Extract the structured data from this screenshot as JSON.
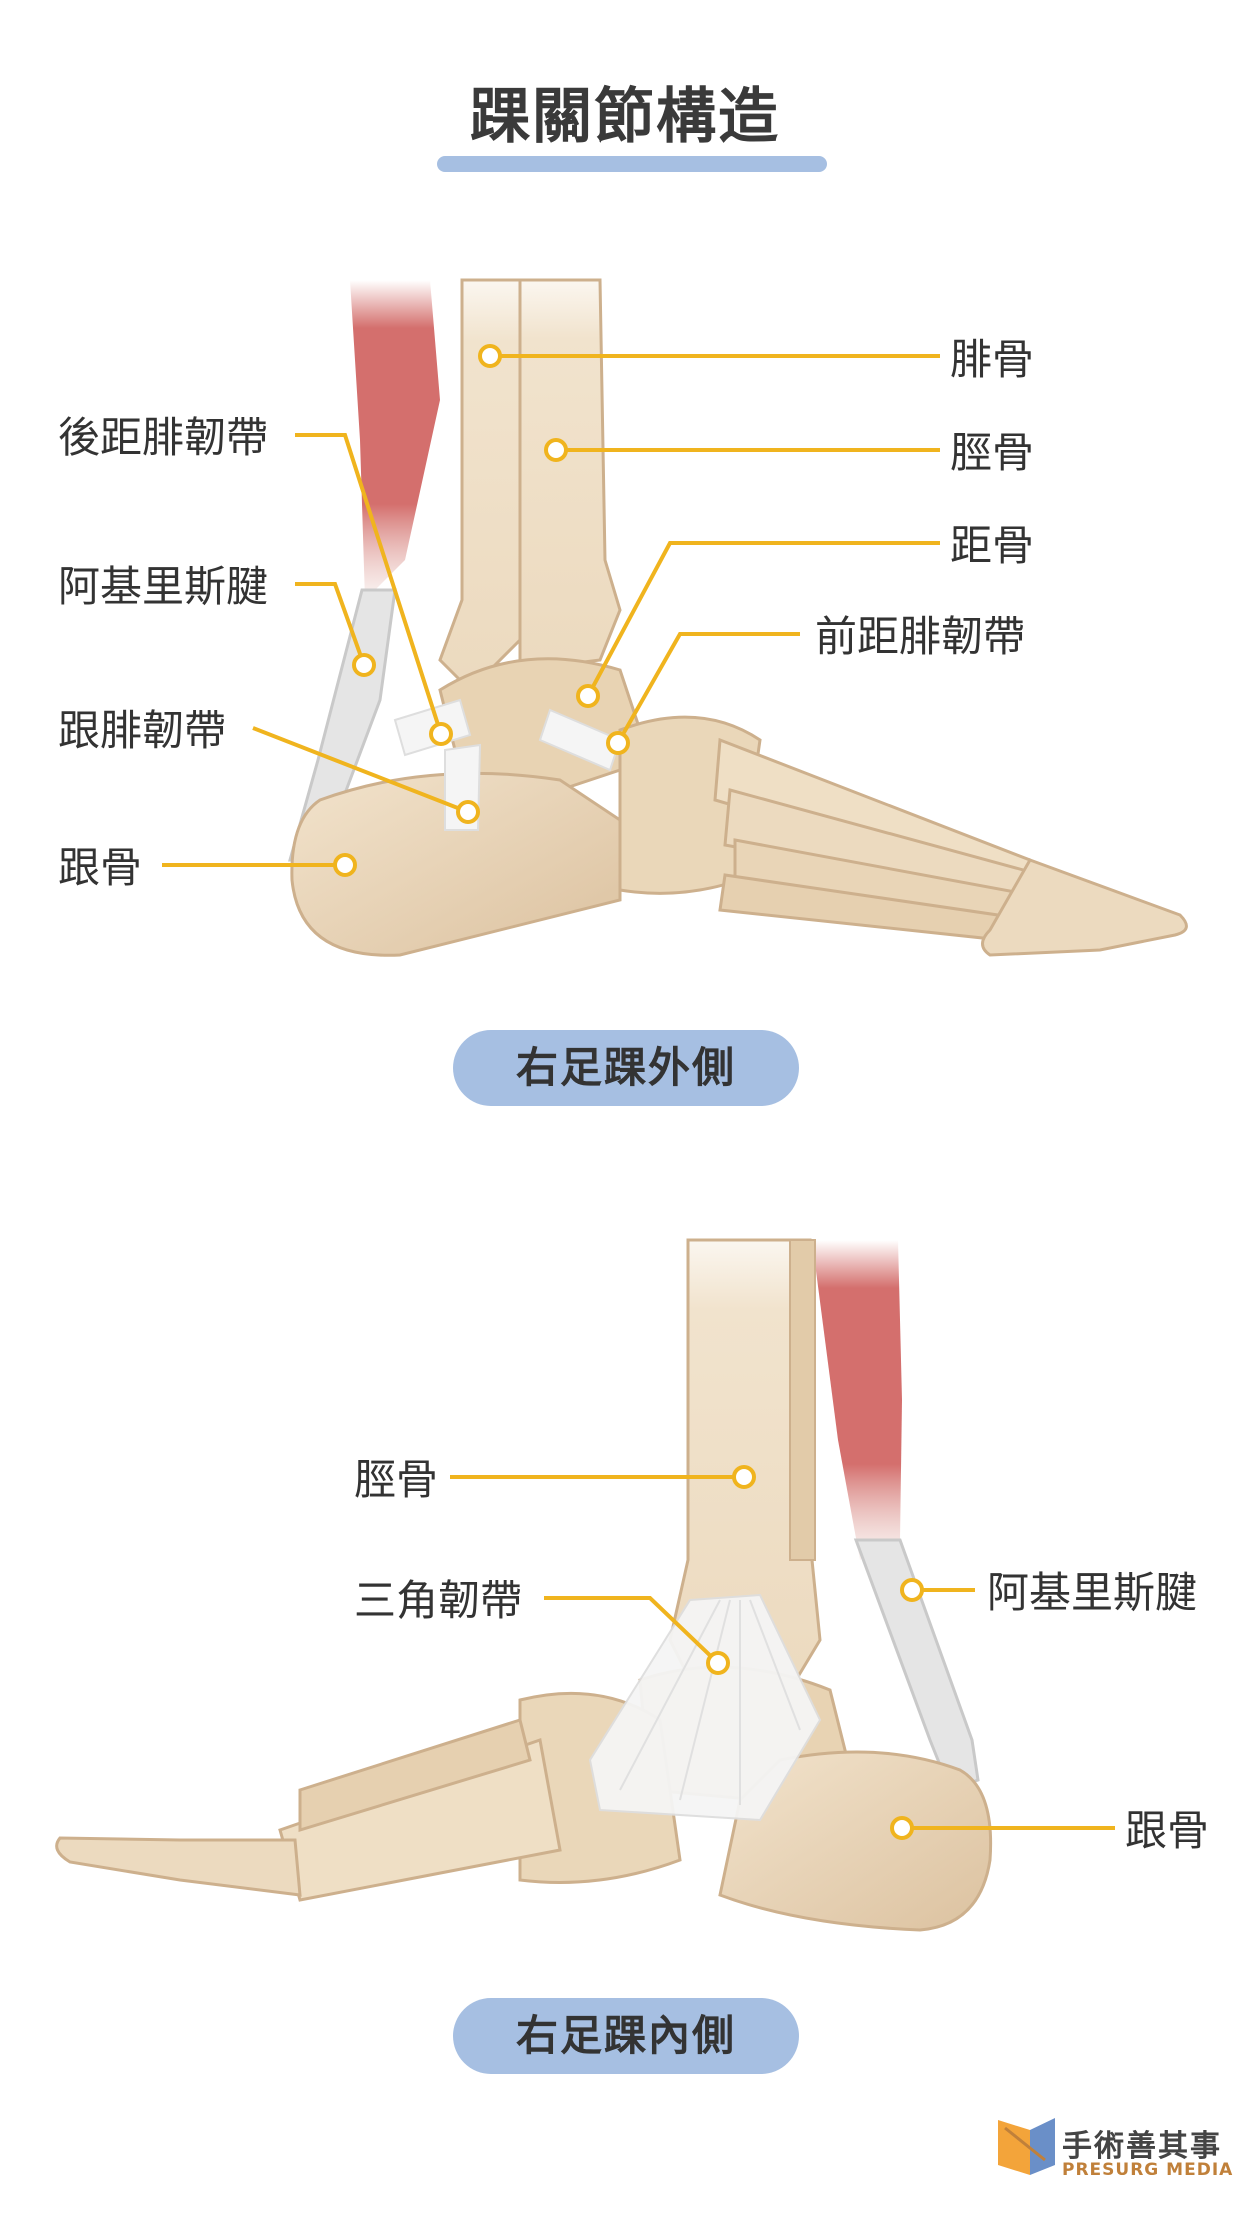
{
  "title": "踝關節構造",
  "colors": {
    "accent": "#a6bfe2",
    "leader": "#f0b41e",
    "bone": "#ecd9bc",
    "bone_dark": "#d5b896",
    "muscle": "#d46f6d",
    "ligament": "#f3f3f3"
  },
  "lateral": {
    "caption": "右足踝外側",
    "labels": {
      "fibula": "腓骨",
      "tibia": "脛骨",
      "talus": "距骨",
      "atfl": "前距腓韌帶",
      "ptfl": "後距腓韌帶",
      "achilles": "阿基里斯腱",
      "cfl": "跟腓韌帶",
      "calcaneus": "跟骨"
    }
  },
  "medial": {
    "caption": "右足踝內側",
    "labels": {
      "tibia": "脛骨",
      "deltoid": "三角韌帶",
      "achilles": "阿基里斯腱",
      "calcaneus": "跟骨"
    }
  },
  "logo": {
    "name": "手術善其事",
    "sub": "PRESURG MEDIA",
    "icon": "book-scalpel-logo-icon"
  }
}
